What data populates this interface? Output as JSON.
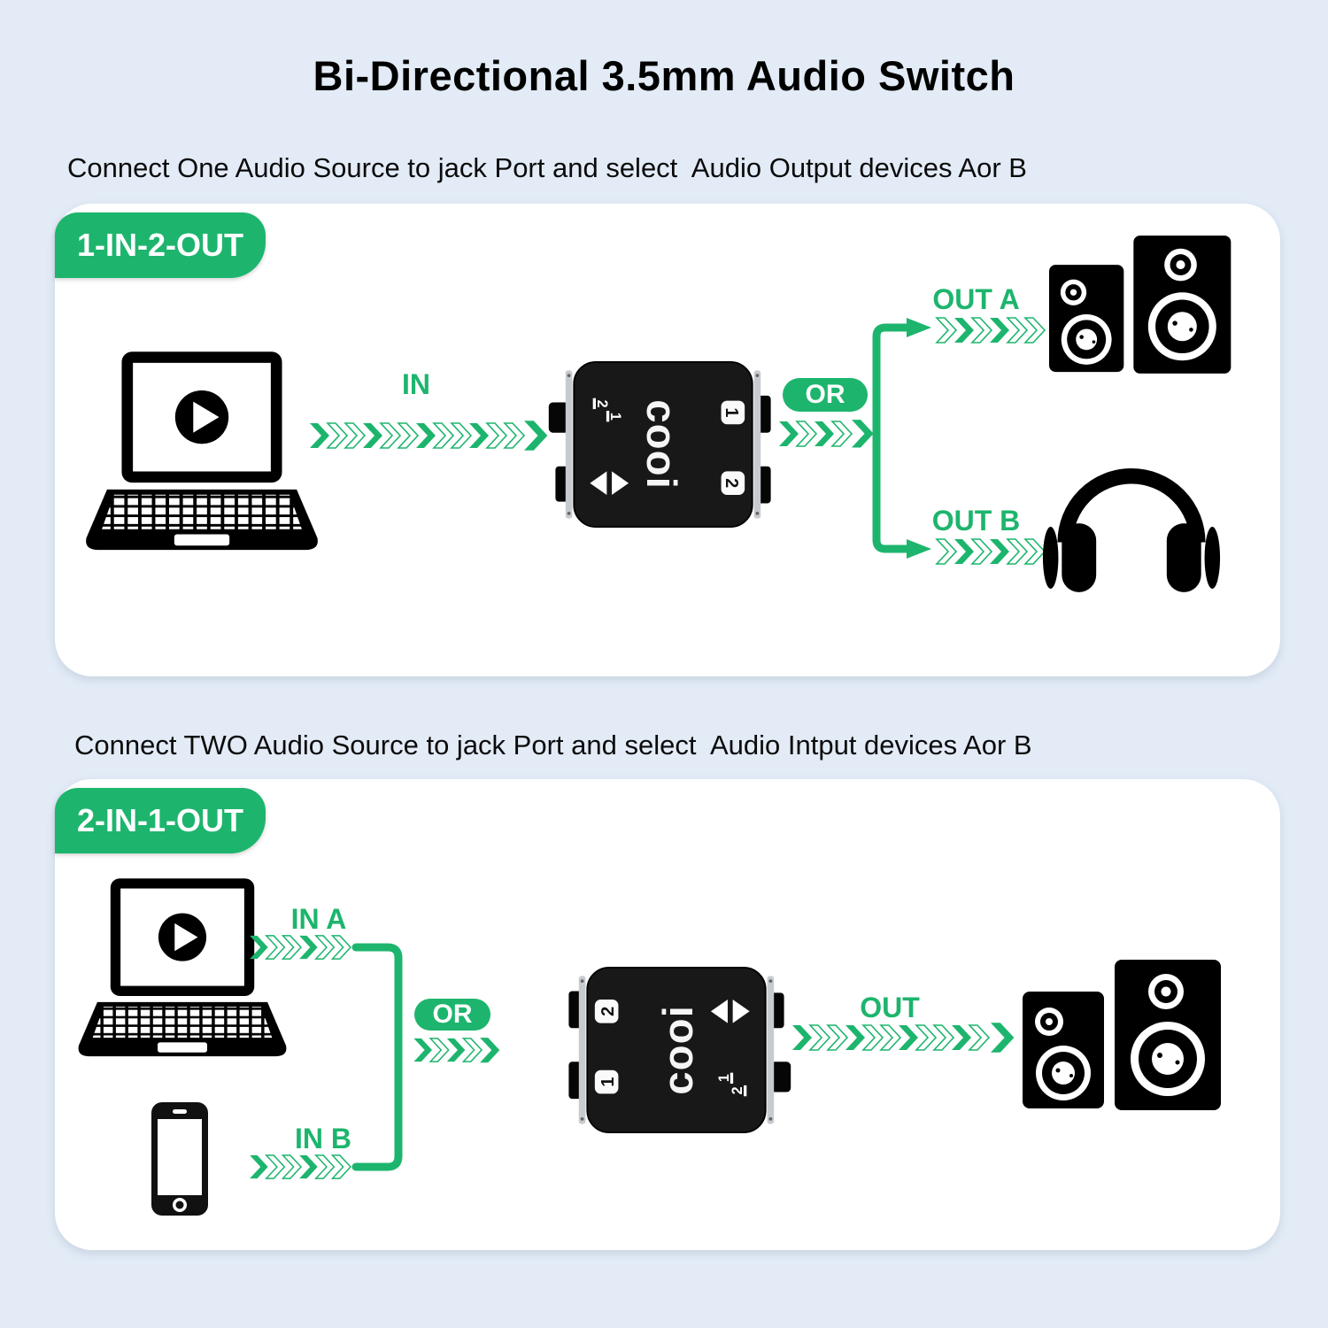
{
  "page": {
    "title": "Bi-Directional 3.5mm Audio Switch",
    "background_color": "#e2ebf6",
    "panel_color": "#ffffff",
    "accent_green": "#1db56d",
    "icon_color": "#000000"
  },
  "device": {
    "brand": "cooi",
    "port_1_label": "1",
    "port_2_label": "2",
    "selector_1": "1",
    "selector_2": "2"
  },
  "section1": {
    "caption": "Connect One Audio Source to jack Port and select  Audio Output devices Aor B",
    "badge": "1-IN-2-OUT",
    "in_label": "IN",
    "or_label": "OR",
    "out_a_label": "OUT A",
    "out_b_label": "OUT B",
    "source_icon": "laptop-with-play",
    "output_a_icon": "speakers",
    "output_b_icon": "headphones"
  },
  "section2": {
    "caption": "Connect TWO Audio Source to jack Port and select  Audio Intput devices Aor B",
    "badge": "2-IN-1-OUT",
    "in_a_label": "IN A",
    "in_b_label": "IN B",
    "or_label": "OR",
    "out_label": "OUT",
    "source_a_icon": "laptop-with-play",
    "source_b_icon": "smartphone",
    "output_icon": "speakers"
  }
}
